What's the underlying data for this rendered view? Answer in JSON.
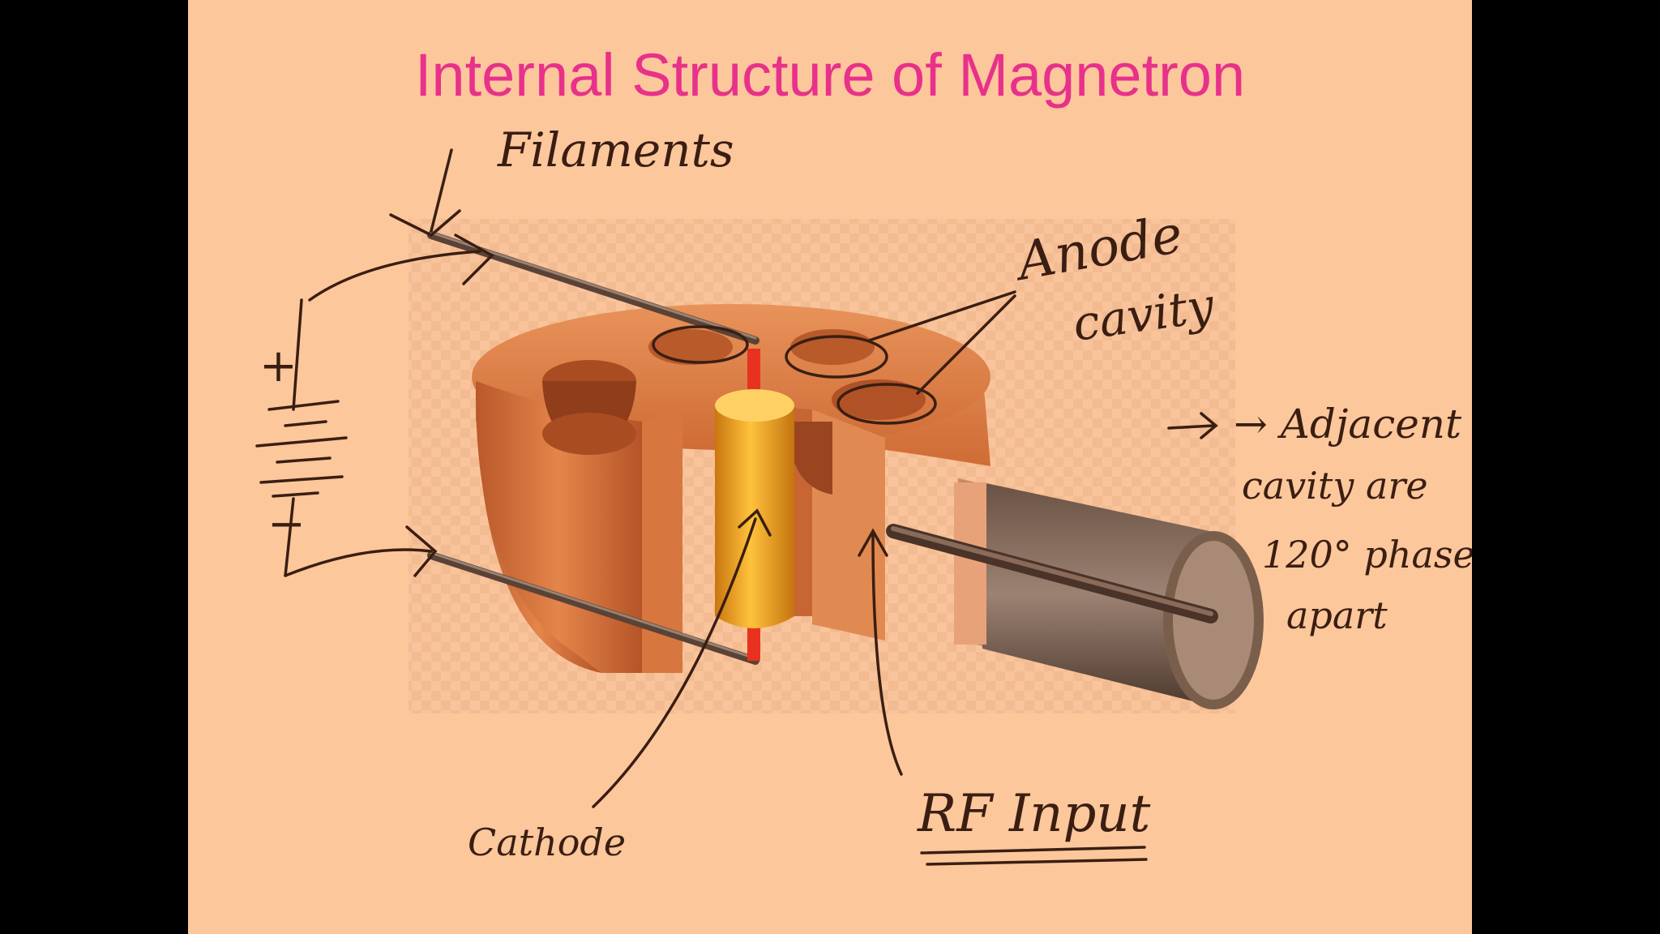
{
  "slide": {
    "title": "Internal Structure of Magnetron"
  },
  "annotations": {
    "filaments": "Filaments",
    "anode_cavity_line1": "Anode",
    "anode_cavity_line2": "cavity",
    "adjacent_line1": "→ Adjacent",
    "adjacent_line2": "cavity are",
    "adjacent_line3": "120° phase",
    "adjacent_line4": "apart",
    "cathode": "Cathode",
    "rf_input": "RF Input",
    "battery_plus": "+",
    "battery_minus": "−"
  },
  "colors": {
    "background": "#000000",
    "slide": "#fdc79c",
    "title": "#e8318a",
    "ink": "#3a1e12",
    "copper": "#d9753d",
    "cathode": "#f2a722",
    "filament_wire": "#e8321f"
  }
}
